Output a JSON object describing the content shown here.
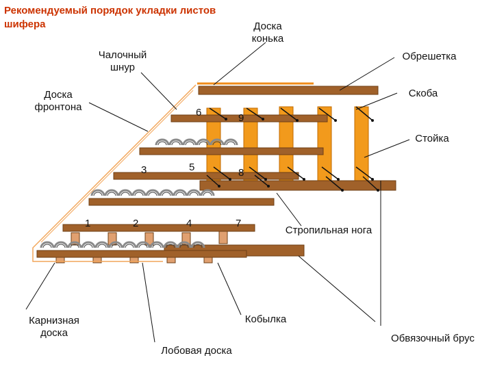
{
  "title": "Рекомендуемый порядок укладки листов шифера",
  "labels": {
    "ridge_board": "Доска конька",
    "chalk_line": "Чалочный шнур",
    "batten": "Обрешетка",
    "gable_board": "Доска фронтона",
    "bracket": "Скоба",
    "post": "Стойка",
    "rafter": "Стропильная нога",
    "eaves_board": "Карнизная доска",
    "rafter_extension": "Кобылка",
    "fascia_board": "Лобовая доска",
    "wall_plate": "Обвязочный брус"
  },
  "sheet_numbers": [
    "1",
    "2",
    "3",
    "4",
    "5",
    "6",
    "7",
    "8",
    "9"
  ],
  "colors": {
    "title": "#cc3300",
    "wood": "#a0612a",
    "wood_dark": "#6e3f16",
    "post": "#f29a1c",
    "outline": "#f2a65a",
    "slate": "#8a8a8a"
  }
}
